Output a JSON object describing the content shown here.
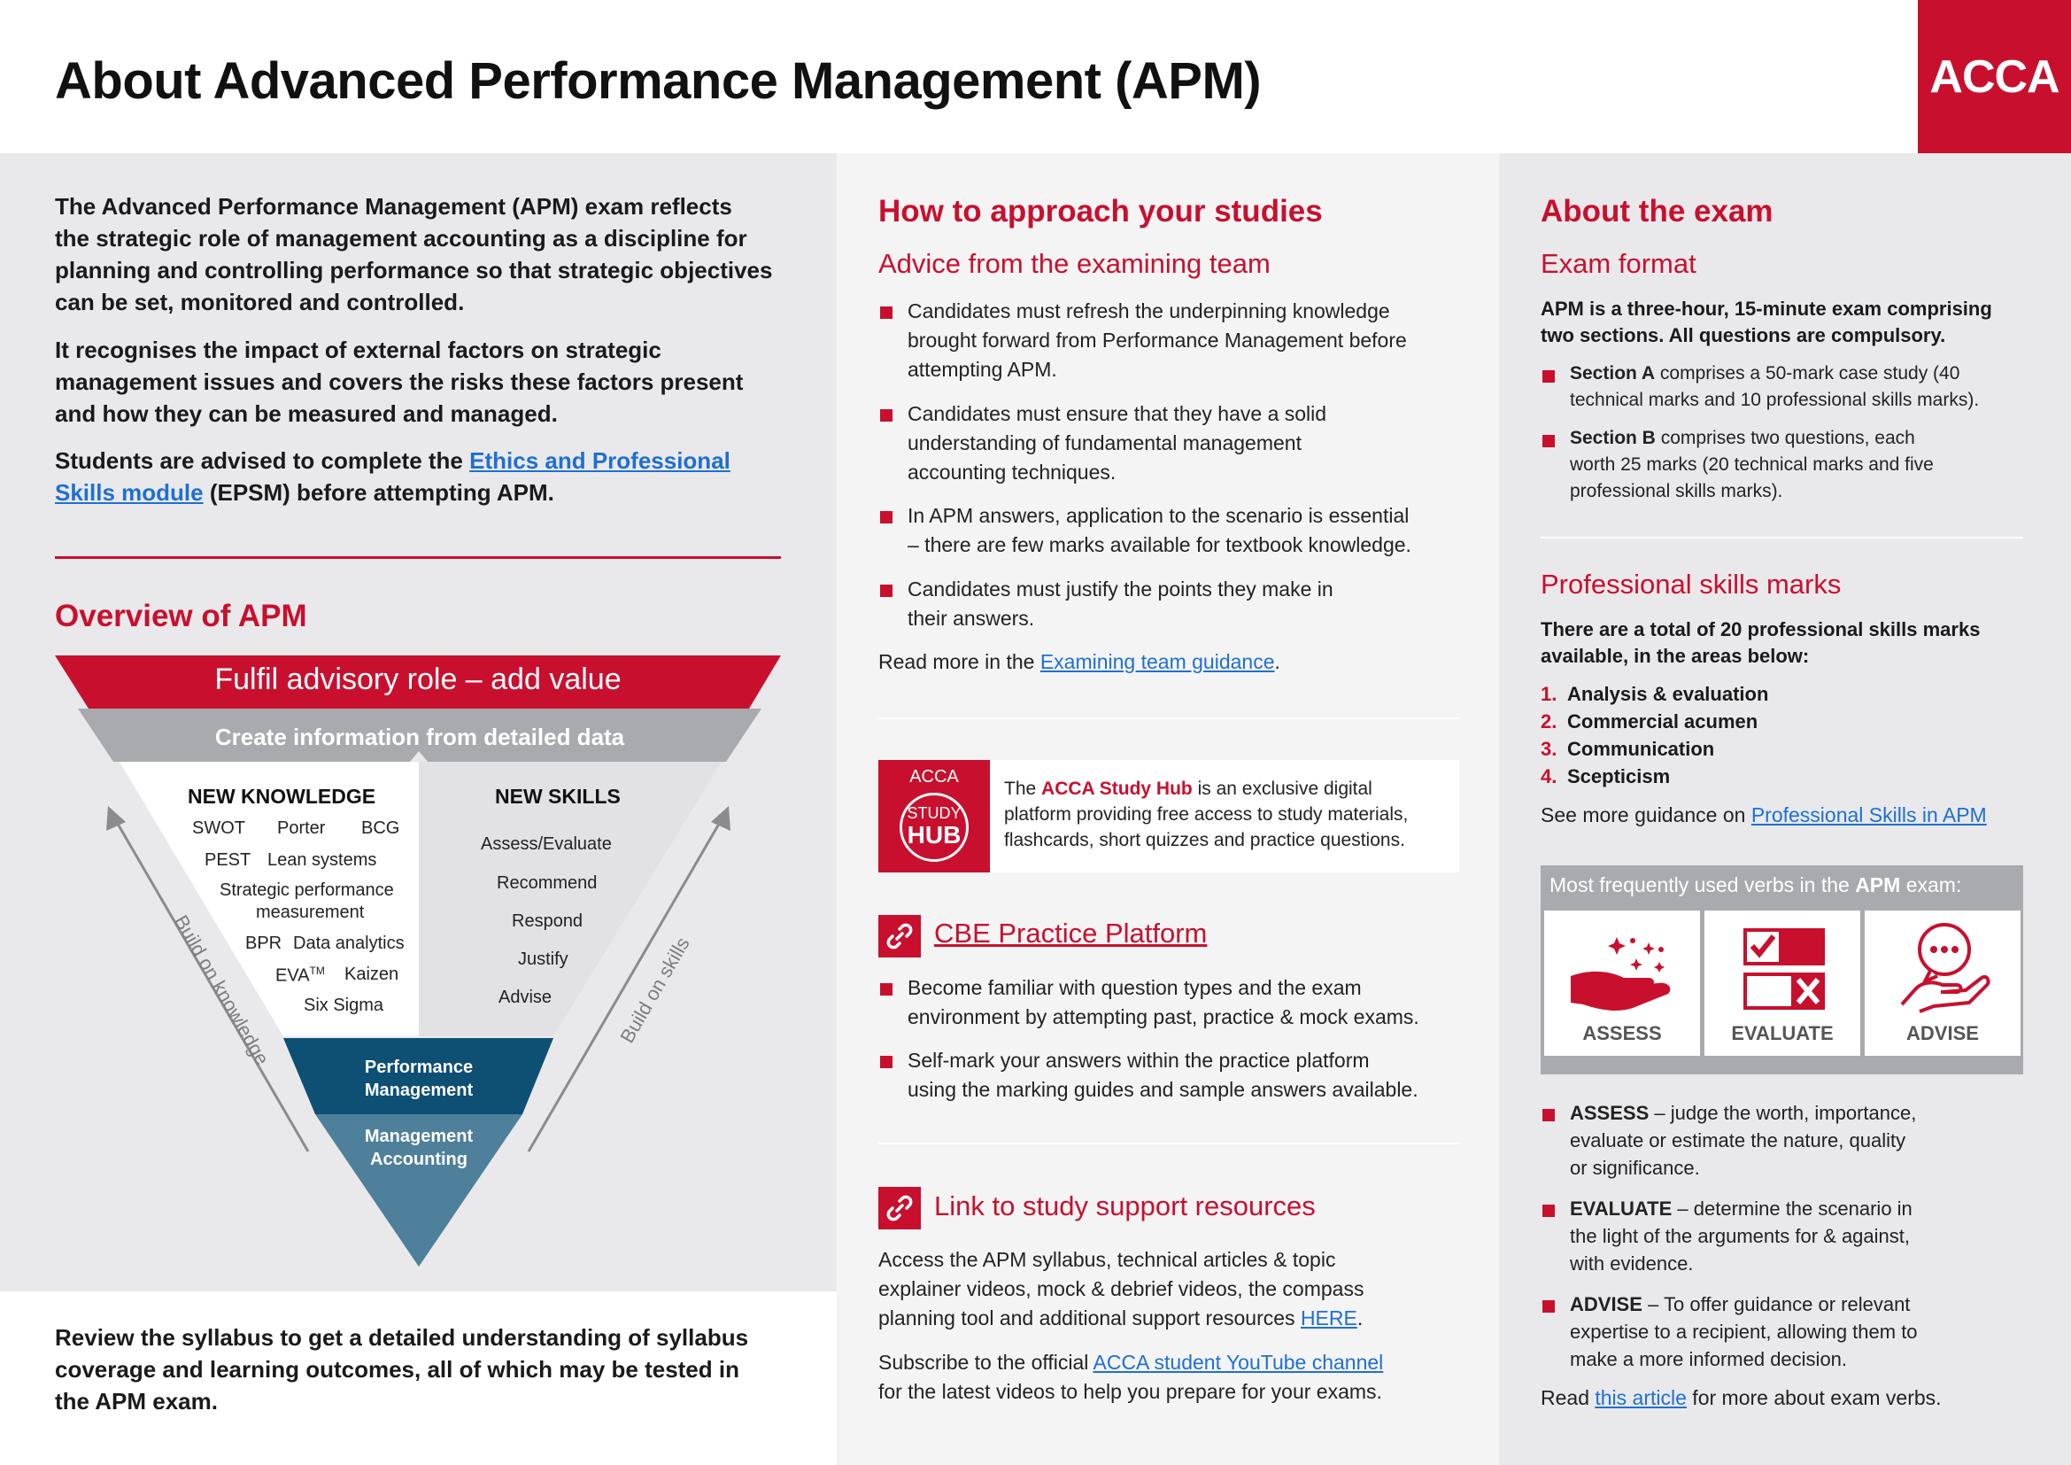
{
  "header": {
    "title": "About Advanced Performance Management (APM)",
    "logo": "ACCA"
  },
  "left": {
    "intro1_lines": [
      "The Advanced Performance Management (APM) exam reflects",
      "the strategic role of management accounting as a discipline for",
      "planning and controlling performance so that strategic objectives",
      "can be set, monitored and controlled."
    ],
    "intro2_lines": [
      "It recognises the impact of external factors on strategic",
      "management issues and covers the risks these factors present",
      "and how they can be measured and managed."
    ],
    "intro3_pre": "Students are advised to complete the ",
    "intro3_link_l1": "Ethics and Professional ",
    "intro3_link_l2": "Skills module",
    "intro3_post": " (EPSM) before attempting APM.",
    "overview_heading": "Overview of APM",
    "triangle": {
      "top": "Fulfil advisory role – add value",
      "band2": "Create information from detailed data",
      "knowledge_heading": "NEW KNOWLEDGE",
      "skills_heading": "NEW SKILLS",
      "knowledge_items": [
        "SWOT",
        "Porter",
        "BCG",
        "PEST",
        "Lean systems",
        "Strategic performance",
        "measurement",
        "BPR",
        "Data analytics",
        "EVA",
        "TM",
        "Kaizen",
        "Six Sigma"
      ],
      "skills_items": [
        "Assess/Evaluate",
        "Recommend",
        "Respond",
        "Justify",
        "Advise"
      ],
      "pm_lines": [
        "Performance",
        "Management"
      ],
      "ma_lines": [
        "Management",
        "Accounting"
      ],
      "build_knowledge": "Build on knowledge",
      "build_skills": "Build on skills"
    },
    "footer_lines": [
      "Review the syllabus to get a detailed understanding of syllabus",
      "coverage and learning outcomes, all of which may be tested in",
      "the APM exam."
    ]
  },
  "middle": {
    "heading": "How to approach your studies",
    "subheading": "Advice from the examining team",
    "bullets": [
      [
        "Candidates must refresh the underpinning knowledge",
        "brought forward from Performance Management before",
        "attempting APM."
      ],
      [
        "Candidates must ensure that they have a solid",
        "understanding of fundamental management",
        "accounting techniques."
      ],
      [
        "In APM answers, application to the scenario is essential",
        "– there are few marks available for textbook knowledge."
      ],
      [
        "Candidates must justify the points they make in",
        "their answers."
      ]
    ],
    "read_more_pre": "Read more in the ",
    "read_more_link": "Examining team guidance",
    "read_more_post": ".",
    "hub": {
      "badge_acca": "ACCA",
      "badge_study": "STUDY",
      "badge_hub": "HUB",
      "pre": "The ",
      "bold": "ACCA Study Hub",
      "lines": [
        " is an exclusive digital",
        "platform providing free access to study materials,",
        "flashcards, short quizzes and practice questions."
      ]
    },
    "cbe_heading": "CBE Practice Platform",
    "cbe_bullets": [
      [
        "Become familiar with question types and the exam",
        "environment by attempting past, practice & mock exams."
      ],
      [
        "Self-mark your answers within the practice platform",
        "using the marking guides and sample answers available."
      ]
    ],
    "link_heading": "Link to study support resources",
    "link_para_lines": [
      "Access the APM syllabus, technical articles & topic",
      "explainer videos, mock & debrief videos, the compass",
      "planning tool and additional support resources "
    ],
    "link_here": "HERE",
    "link_para_end": ".",
    "subscribe_pre": "Subscribe to the official ",
    "subscribe_link": "ACCA student YouTube channel",
    "subscribe_l2": "for the latest videos to help you prepare for your exams."
  },
  "right": {
    "heading": "About the exam",
    "format_heading": "Exam format",
    "format_lines": [
      "APM is a three-hour, 15-minute exam comprising",
      "two sections. All questions are compulsory."
    ],
    "sectionA_bold": "Section A",
    "sectionA_lines": [
      " comprises a 50-mark case study (40",
      "technical marks and 10 professional skills marks)."
    ],
    "sectionB_bold": "Section B",
    "sectionB_lines": [
      " comprises two questions, each",
      "worth 25 marks (20 technical marks and five",
      "professional skills marks)."
    ],
    "skills_heading": "Professional skills marks",
    "skills_lines": [
      "There are a total of 20 professional skills marks",
      "available, in the areas below:"
    ],
    "skills_list": [
      {
        "n": "1.",
        "t": "Analysis & evaluation"
      },
      {
        "n": "2.",
        "t": "Commercial acumen"
      },
      {
        "n": "3.",
        "t": "Communication"
      },
      {
        "n": "4.",
        "t": "Scepticism"
      }
    ],
    "guidance_pre": "See more guidance on ",
    "guidance_link": "Professional Skills in APM",
    "verbs_title_pre": "Most frequently used verbs in the ",
    "verbs_title_bold": "APM",
    "verbs_title_post": " exam:",
    "verbs": [
      "ASSESS",
      "EVALUATE",
      "ADVISE"
    ],
    "defs": [
      {
        "bold": "ASSESS",
        "lines": [
          " – judge the worth, importance,",
          "evaluate or estimate the nature, quality",
          "or significance."
        ]
      },
      {
        "bold": "EVALUATE",
        "lines": [
          " – determine the scenario in",
          "the light of the arguments for & against,",
          "with evidence."
        ]
      },
      {
        "bold": "ADVISE",
        "lines": [
          " – To offer guidance or relevant",
          "expertise to a recipient, allowing them to",
          "make a more informed decision."
        ]
      }
    ],
    "read_pre": "Read ",
    "read_link": "this article",
    "read_post": " for more about exam verbs."
  },
  "colors": {
    "accent": "#c8102e",
    "link": "#1f6fd1",
    "navy": "#0e4f74",
    "steel": "#4e7f9b"
  }
}
